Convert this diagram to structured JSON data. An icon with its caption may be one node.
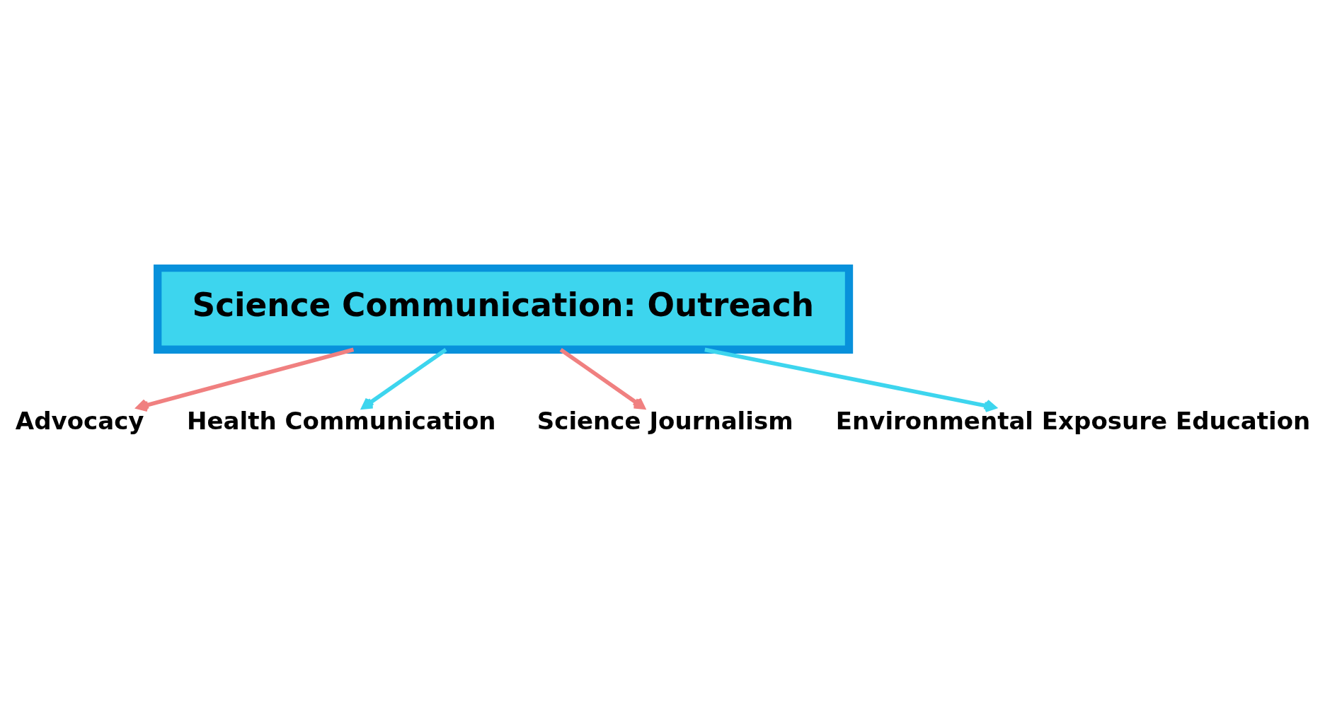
{
  "diagram": {
    "nodes": [
      {
        "text": [
          "Science Communication: Outreach"
        ]
      },
      {
        "text": [
          "Advocacy"
        ]
      },
      {
        "text": [
          "Health Communication"
        ]
      },
      {
        "text": [
          "Science Journalism"
        ]
      },
      {
        "text": [
          "Environmental Exposure Education"
        ]
      }
    ],
    "edges": [
      {
        "from": 0,
        "to": 1,
        "arrow": "to",
        "color": "#f08080"
      },
      {
        "from": 0,
        "to": 2,
        "arrow": "to",
        "color": "#3dd5ee"
      },
      {
        "from": 0,
        "to": 3,
        "arrow": "to",
        "color": "#f08080"
      },
      {
        "from": 0,
        "to": 4,
        "arrow": "to",
        "color": "#3dd5ee"
      }
    ]
  }
}
